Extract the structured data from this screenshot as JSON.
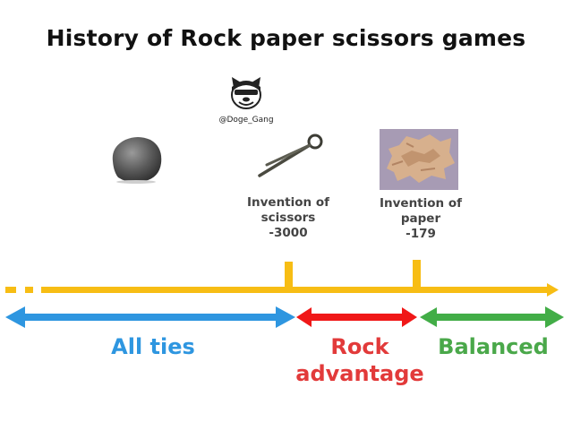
{
  "title": "History of Rock paper scissors games",
  "watermark": {
    "handle": "@Doge_Gang"
  },
  "events": [
    {
      "label_lines": [
        "Invention of",
        "scissors",
        "-3000"
      ]
    },
    {
      "label_lines": [
        "Invention of",
        "paper",
        "-179"
      ]
    }
  ],
  "eras": [
    {
      "lines": [
        "All ties"
      ],
      "color": "#2e96e0"
    },
    {
      "lines": [
        "Rock",
        "advantage"
      ],
      "color": "#e23a3a"
    },
    {
      "lines": [
        "Balanced"
      ],
      "color": "#4aa84a"
    }
  ],
  "colors": {
    "timeline": "#f7bd14",
    "ties_arrow": "#2e96e0",
    "rock_arrow": "#f01818",
    "balanced_arrow": "#42ad47"
  },
  "icons": [
    "rock-icon",
    "scissors-icon",
    "paper-icon",
    "doge-gang-logo"
  ]
}
